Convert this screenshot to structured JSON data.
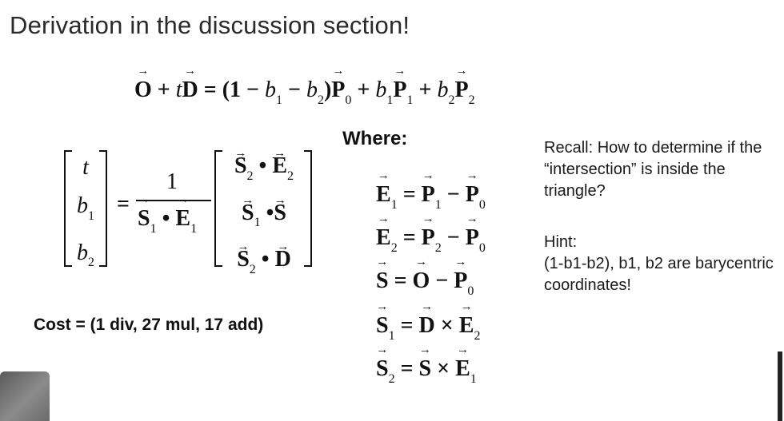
{
  "slide": {
    "title": "Derivation in the discussion section!",
    "where_label": "Where:",
    "cost": "Cost = (1 div, 27 mul, 17 add)",
    "recall": "Recall: How to determine if the “intersection” is inside the triangle?",
    "hint_label": "Hint:",
    "hint_text": "(1-b1-b2), b1, b2 are barycentric coordinates!"
  }
}
